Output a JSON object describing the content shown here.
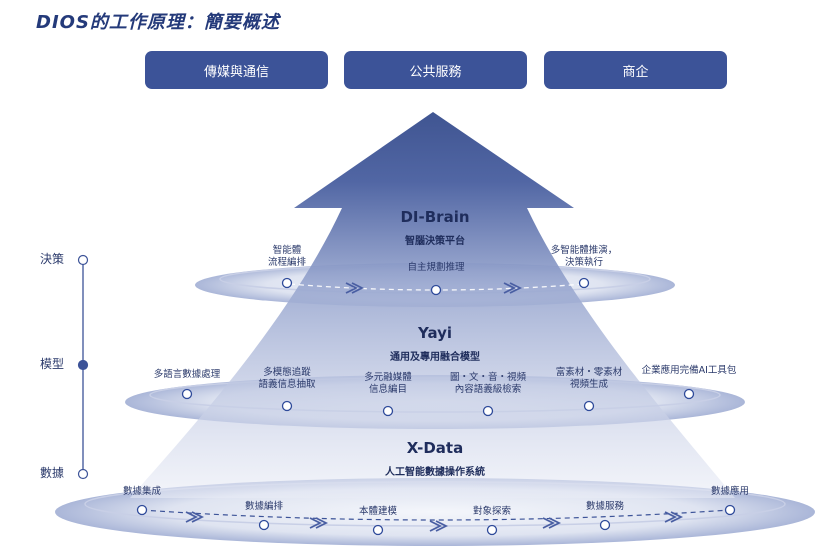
{
  "title": "DIOS的工作原理：簡要概述",
  "top_buttons": [
    "傳媒與通信",
    "公共服務",
    "商企"
  ],
  "axis": {
    "labels": [
      "決策",
      "模型",
      "數據"
    ]
  },
  "layers": {
    "di_brain": {
      "name": "DI-Brain",
      "subtitle": "智腦決策平台",
      "nodes": [
        "智能體\n流程編排",
        "自主規劃推理",
        "多智能體推演，\n決策執行"
      ]
    },
    "yayi": {
      "name": "Yayi",
      "subtitle": "通用及專用融合模型",
      "nodes": [
        "多語言數據處理",
        "多模態追蹤\n語義信息抽取",
        "多元融媒體\n信息編目",
        "圖・文・音・視頻\n內容語義級檢索",
        "富素材・零素材\n視頻生成",
        "企業應用完備AI工具包"
      ]
    },
    "x_data": {
      "name": "X-Data",
      "subtitle": "人工智能數據操作系統",
      "nodes": [
        "數據集成",
        "數據編排",
        "本體建模",
        "對象探索",
        "數據服務",
        "數據應用"
      ]
    },
    "colors": {
      "node": "#2e4a9a",
      "ring": "#c3cbe4",
      "arrow": "#3c5398"
    }
  }
}
